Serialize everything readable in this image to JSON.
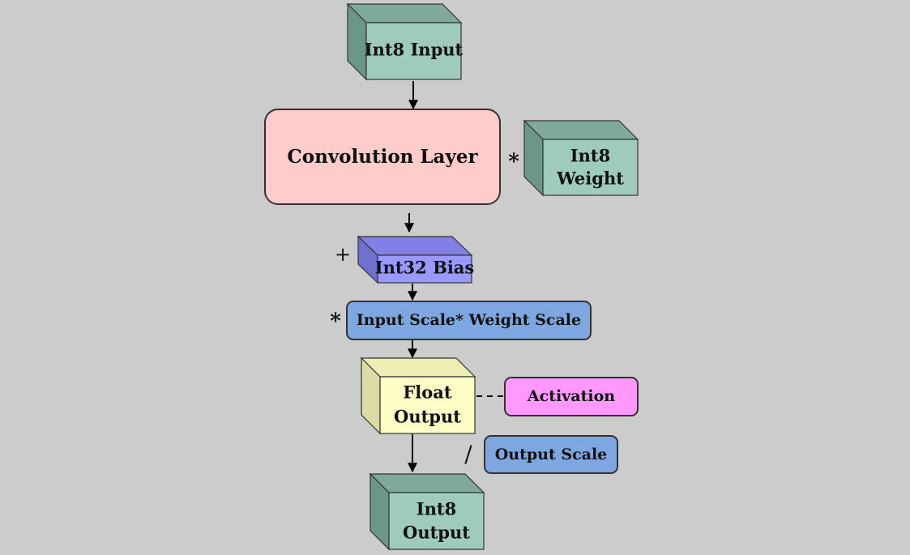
{
  "nodes": {
    "int8_input": "Int8 Input",
    "conv_layer": "Convolution Layer",
    "int8_weight": [
      "Int8",
      "Weight"
    ],
    "int32_bias": "Int32 Bias",
    "scale_product": "Input Scale* Weight Scale",
    "float_output": [
      "Float",
      "Output"
    ],
    "activation": "Activation",
    "output_scale": "Output Scale",
    "int8_output": [
      "Int8",
      "Output"
    ]
  },
  "operators": {
    "multiply_weight": "*",
    "add_bias": "+",
    "multiply_scale": "*",
    "divide_scale": "/"
  },
  "colors": {
    "background": "#cccccc",
    "int_block": "#9ecbbd",
    "conv_block": "#ffcccc",
    "bias_block": "#9999ff",
    "scale_block": "#7ea6e0",
    "float_block": "#fffdc6",
    "activation_block": "#ff99ff",
    "stroke": "#333333"
  }
}
